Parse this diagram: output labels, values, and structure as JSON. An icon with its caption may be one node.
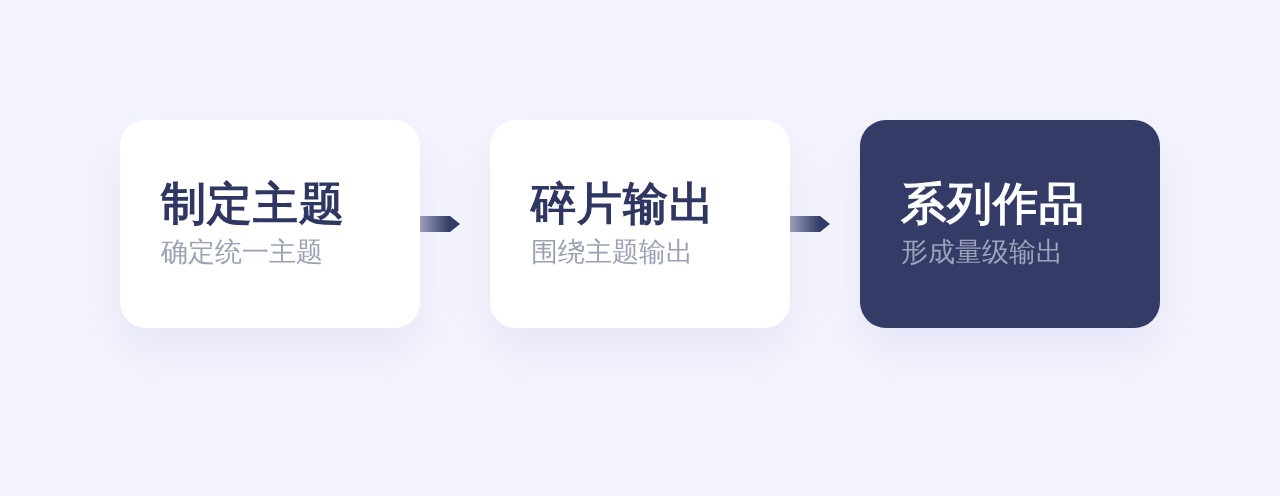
{
  "diagram": {
    "nodes": [
      {
        "text": [
          "制定主题",
          "确定统一主题"
        ]
      },
      {
        "text": [
          "碎片输出",
          "围绕主题输出"
        ]
      },
      {
        "text": [
          "系列作品",
          "形成量级输出"
        ]
      }
    ],
    "edges": [
      {
        "from": 0,
        "to": 1,
        "arrow": "to"
      },
      {
        "from": 1,
        "to": 2,
        "arrow": "to"
      }
    ]
  }
}
